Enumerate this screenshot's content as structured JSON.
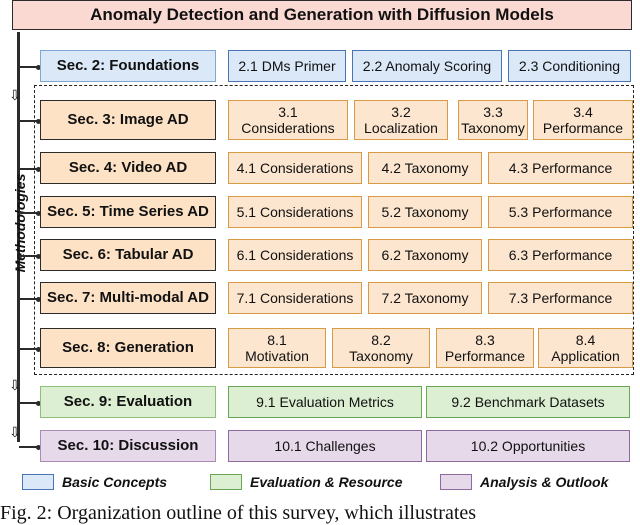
{
  "title": "Anomaly Detection and Generation with Diffusion Models",
  "side_label": "Methodologies",
  "sections": [
    {
      "label": "Sec. 2: Foundations",
      "subs": [
        "2.1 DMs Primer",
        "2.2 Anomaly Scoring",
        "2.3 Conditioning"
      ]
    },
    {
      "label": "Sec. 3: Image AD",
      "subs": [
        "3.1\nConsiderations",
        "3.2\nLocalization",
        "3.3\nTaxonomy",
        "3.4\nPerformance"
      ]
    },
    {
      "label": "Sec. 4: Video AD",
      "subs": [
        "4.1 Considerations",
        "4.2 Taxonomy",
        "4.3 Performance"
      ]
    },
    {
      "label": "Sec. 5: Time Series AD",
      "subs": [
        "5.1 Considerations",
        "5.2 Taxonomy",
        "5.3 Performance"
      ]
    },
    {
      "label": "Sec. 6: Tabular AD",
      "subs": [
        "6.1 Considerations",
        "6.2 Taxonomy",
        "6.3 Performance"
      ]
    },
    {
      "label": "Sec. 7: Multi-modal AD",
      "subs": [
        "7.1 Considerations",
        "7.2 Taxonomy",
        "7.3 Performance"
      ]
    },
    {
      "label": "Sec. 8: Generation",
      "subs": [
        "8.1\nMotivation",
        "8.2\nTaxonomy",
        "8.3\nPerformance",
        "8.4\nApplication"
      ]
    },
    {
      "label": "Sec. 9: Evaluation",
      "subs": [
        "9.1 Evaluation Metrics",
        "9.2 Benchmark Datasets"
      ]
    },
    {
      "label": "Sec. 10: Discussion",
      "subs": [
        "10.1 Challenges",
        "10.2 Opportunities"
      ]
    }
  ],
  "legend": [
    "Basic Concepts",
    "Evaluation & Resource",
    "Analysis & Outlook"
  ],
  "caption": "Fig. 2: Organization outline of this survey, which illustrates",
  "colors": {
    "blue": "#dbe8f8",
    "orange": "#fde2c6",
    "green": "#dcefd2",
    "purple": "#e6d9ea",
    "title": "#fbd9d3"
  }
}
